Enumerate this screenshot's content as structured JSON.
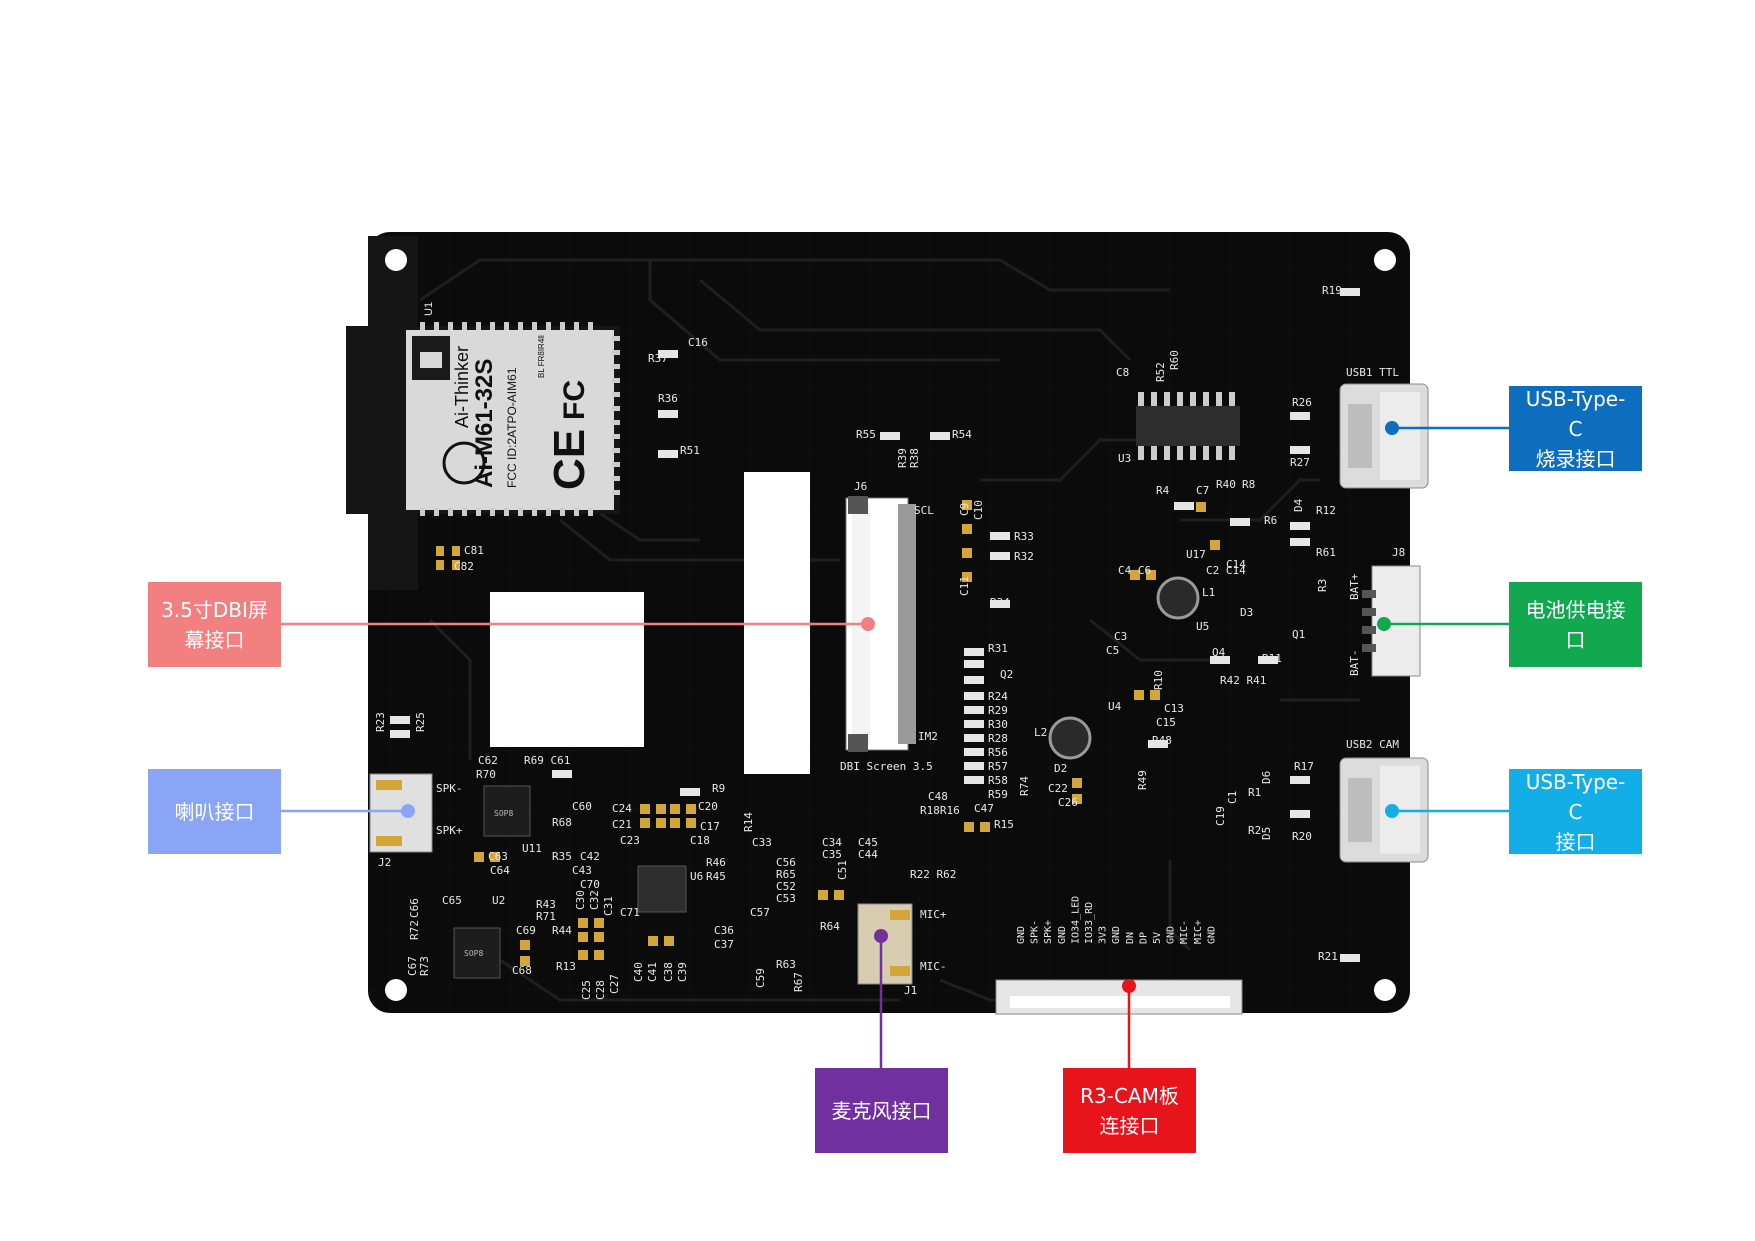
{
  "colors": {
    "board": "#0b0b0b",
    "silkscreen": "#e8e8e8",
    "trace": "#1c1c1c",
    "pad_gold": "#d4a637",
    "screen": "#f28080",
    "speaker": "#8aa5f5",
    "usb1": "#0d6ebf",
    "battery": "#11a84f",
    "usb2": "#12aee8",
    "mic": "#7030a0",
    "cam": "#e8141b"
  },
  "callouts": {
    "screen": "3.5寸DBI屏\n幕接口",
    "speaker": "喇叭接口",
    "usb1": "USB-Type-C\n烧录接口",
    "battery": "电池供电接\n口",
    "usb2": "USB-Type-C\n接口",
    "mic": "麦克风接口",
    "cam": "R3-CAM板\n连接口"
  },
  "module": {
    "brand": "Ai-Thinker",
    "model": "Ai-M61-32S",
    "fcc": "FCC ID:2ATPO-AIM61",
    "bl": "BL FR8IR4ll",
    "ce": "CE",
    "fc": "FC",
    "ref": "U1"
  },
  "silk": {
    "j6": "J6",
    "scl": "SCL",
    "dbi_screen": "DBI Screen 3.5",
    "im2": "IM2",
    "usb1_ttl": "USB1 TTL",
    "usb2_cam": "USB2 CAM",
    "j8": "J8",
    "bat_plus": "BAT+",
    "bat_minus": "BAT-",
    "spk_minus": "SPK-",
    "spk_plus": "SPK+",
    "j2": "J2",
    "j1": "J1",
    "mic_plus": "MIC+",
    "mic_minus": "MIC-",
    "u3": "U3",
    "u2": "U2",
    "u4": "U4",
    "u5": "U5",
    "u6": "U6",
    "u11": "U11",
    "u17": "U17",
    "l1": "L1",
    "l2": "L2",
    "d2": "D2",
    "d3": "D3",
    "q1": "Q1",
    "q2": "Q2",
    "q4": "Q4",
    "r19": "R19",
    "r21": "R21",
    "r26": "R26",
    "r27": "R27",
    "r17": "R17",
    "r20": "R20",
    "r36": "R36",
    "r37": "R37",
    "c16": "C16",
    "r51": "R51",
    "r55": "R55",
    "r54": "R54",
    "r33": "R33",
    "r32": "R32",
    "r34": "R34",
    "r31": "R31",
    "r24": "R24",
    "r29": "R29",
    "r30": "R30",
    "r28": "R28",
    "r56": "R56",
    "r57": "R57",
    "r58": "R58",
    "r59": "R59",
    "r23": "R23",
    "r25": "R25",
    "c81": "C81",
    "c82": "C82",
    "r4": "R4",
    "c7": "C7",
    "r40": "R40",
    "r8": "R8",
    "r6": "R6",
    "r12": "R12",
    "r61": "R61",
    "r3": "R3",
    "c4c6": "C4 C6",
    "c2c14": "C2 C14",
    "r11": "R11",
    "r42r41": "R42 R41",
    "c13": "C13",
    "c15": "C15",
    "r48": "R48",
    "r49": "R49",
    "r74": "R74",
    "c22": "C22",
    "c26": "C26",
    "c48": "C48",
    "r18r16": "R18R16",
    "c47": "C47",
    "r15": "R15",
    "r22r62": "R22 R62",
    "c62": "C62",
    "r70": "R70",
    "r69c61": "R69 C61",
    "r9": "R9",
    "c60": "C60",
    "r68": "R68",
    "r35": "R35",
    "c63": "C63",
    "c64": "C64",
    "c24": "C24",
    "c21": "C21",
    "c23": "C23",
    "c20": "C20",
    "c17": "C17",
    "c18": "C18",
    "r14": "R14",
    "c33": "C33",
    "c42": "C42",
    "c43": "C43",
    "c70": "C70",
    "r46": "R46",
    "r45": "R45",
    "c66": "C66",
    "r72": "R72",
    "c65": "C65",
    "r43": "R43",
    "r71": "R71",
    "r44": "R44",
    "c69": "C69",
    "c68": "C68",
    "r13": "R13",
    "c67": "C67",
    "r73": "R73",
    "c71": "C71",
    "c36": "C36",
    "c37": "C37",
    "c57": "C57",
    "c59": "C59",
    "r63": "R63",
    "r67": "R67",
    "r64": "R64",
    "c56": "C56",
    "r65": "R65",
    "c52": "C52",
    "c53": "C53",
    "c34": "C34",
    "c35": "C35",
    "c45": "C45",
    "c44": "C44",
    "c51": "C51",
    "c8": "C8",
    "r52": "R52",
    "r60": "R60",
    "r39": "R39",
    "r38": "R38",
    "c9": "C9",
    "c10": "C10",
    "c11": "C11",
    "c14b": "C14",
    "c5": "C5",
    "c3": "C3",
    "r10": "R10",
    "c19": "C19",
    "c1": "C1",
    "r1": "R1",
    "r2": "R2",
    "d4": "D4",
    "d5": "D5",
    "d6": "D6",
    "c25": "C25",
    "c28": "C28",
    "c27": "C27",
    "c30": "C30",
    "c32": "C32",
    "c31": "C31",
    "c40": "C40",
    "c41": "C41",
    "c38": "C38",
    "c39": "C39",
    "sop8": "SOP8"
  },
  "cam_pins": [
    "GND",
    "SPK-",
    "SPK+",
    "GND",
    "IO34_LED",
    "IO33_RD",
    "3V3",
    "GND",
    "DN",
    "DP",
    "5V",
    "GND",
    "MIC-",
    "MIC+",
    "GND"
  ]
}
